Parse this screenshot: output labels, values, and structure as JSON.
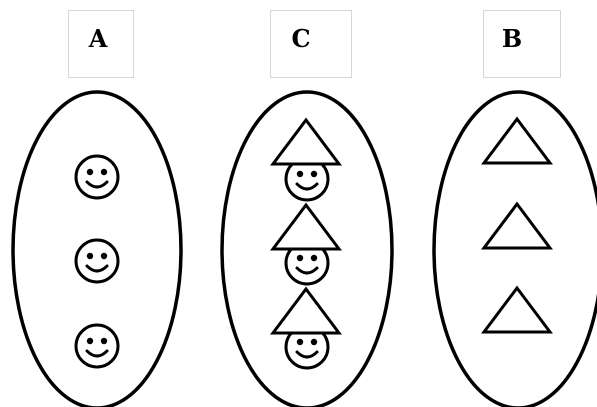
{
  "groups": [
    {
      "label": "A",
      "members": [
        "smiley",
        "smiley",
        "smiley"
      ]
    },
    {
      "label": "C",
      "members": [
        "smiley-with-triangle-hat",
        "smiley-with-triangle-hat",
        "smiley-with-triangle-hat"
      ]
    },
    {
      "label": "B",
      "members": [
        "triangle",
        "triangle",
        "triangle"
      ]
    }
  ],
  "colors": {
    "stroke": "#000000",
    "background": "#ffffff",
    "label_border": "#d6d6d6"
  }
}
